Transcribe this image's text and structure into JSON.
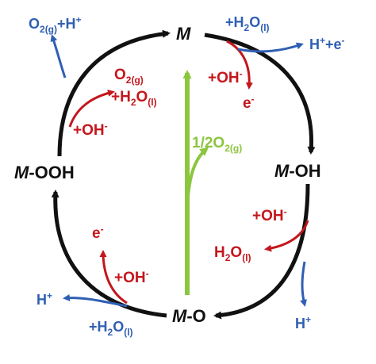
{
  "nodes": {
    "m": {
      "main": "M"
    },
    "m_oh": {
      "metal": "M",
      "rest": "-OH"
    },
    "m_o": {
      "metal": "M",
      "rest": "-O"
    },
    "m_ooh": {
      "metal": "M",
      "rest": "-OOH"
    }
  },
  "center": {
    "coef": "1/2O",
    "sub": "2(g)"
  },
  "top_right": {
    "water": {
      "pre": "+H",
      "sub1": "2",
      "mid": "O",
      "sub2": "(l)"
    },
    "proton_electron": {
      "h": "H",
      "plus": "+",
      "mid": "+e",
      "minus": "-"
    },
    "hydroxide": {
      "text": "+OH",
      "charge": "-"
    },
    "electron": {
      "e": "e",
      "charge": "-"
    }
  },
  "right": {
    "hydroxide": {
      "text": "+OH",
      "charge": "-"
    },
    "water": {
      "pre": "H",
      "sub1": "2",
      "mid": "O",
      "sub2": "(l)"
    },
    "proton": {
      "h": "H",
      "plus": "+"
    }
  },
  "bottom_left": {
    "electron": {
      "e": "e",
      "charge": "-"
    },
    "hydroxide": {
      "text": "+OH",
      "charge": "-"
    },
    "proton": {
      "h": "H",
      "plus": "+"
    },
    "water": {
      "pre": "+H",
      "sub1": "2",
      "mid": "O",
      "sub2": "(l)"
    }
  },
  "top_left": {
    "o2_proton": {
      "pre": "O",
      "sub": "2(g)",
      "mid": "+H",
      "plus": "+"
    },
    "o2": {
      "pre": "O",
      "sub": "2(g)"
    },
    "water": {
      "pre": "+H",
      "sub1": "2",
      "mid": "O",
      "sub2": "(l)"
    },
    "hydroxide": {
      "text": "+OH",
      "charge": "-"
    }
  },
  "colors": {
    "cycle": "#111111",
    "oxidant": "#c4161c",
    "product": "#2f5fb3",
    "oxygen": "#8cc63f"
  }
}
